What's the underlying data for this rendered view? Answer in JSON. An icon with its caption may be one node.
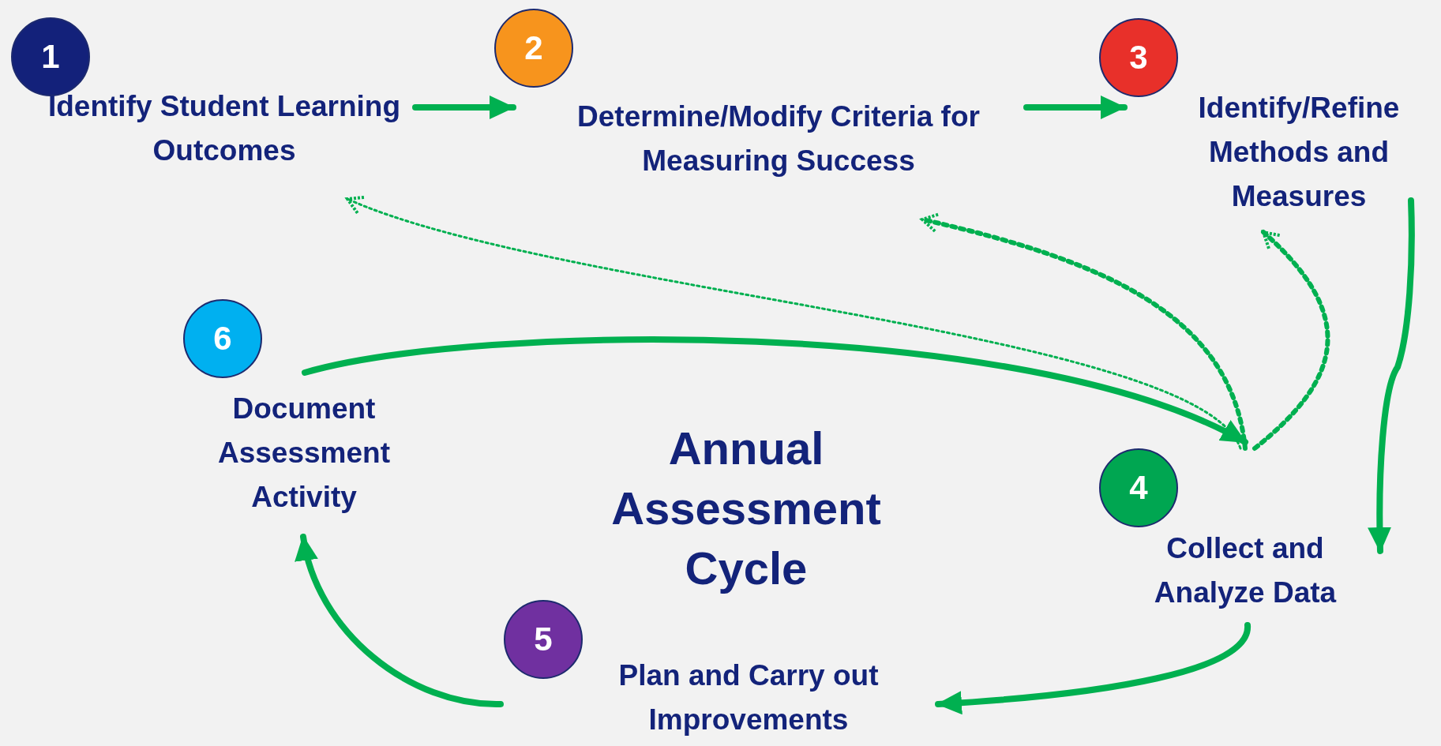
{
  "diagram": {
    "nodes": [
      {
        "text": [
          "1",
          "Identify Student Learning Outcomes"
        ]
      },
      {
        "text": [
          "2",
          "Determine/Modify Criteria for Measuring Success"
        ]
      },
      {
        "text": [
          "3",
          "Identify/Refine Methods and Measures"
        ]
      },
      {
        "text": [
          "4",
          "Collect and Analyze Data"
        ]
      },
      {
        "text": [
          "5",
          "Plan and Carry out Improvements"
        ]
      },
      {
        "text": [
          "6",
          "Document Assessment Activity"
        ]
      }
    ],
    "edges": [
      {
        "from": 0,
        "to": 1,
        "arrow": "to"
      },
      {
        "from": 1,
        "to": 2,
        "arrow": "to"
      },
      {
        "from": 2,
        "to": 3,
        "arrow": "to"
      },
      {
        "from": 3,
        "to": 4,
        "arrow": "to"
      },
      {
        "from": 4,
        "to": 5,
        "arrow": "to"
      },
      {
        "from": 5,
        "to": 3,
        "arrow": "to"
      },
      {
        "from": 3,
        "to": 0,
        "arrow": "to",
        "style": "dashed"
      },
      {
        "from": 3,
        "to": 1,
        "arrow": "to",
        "style": "dashed"
      },
      {
        "from": 3,
        "to": 2,
        "arrow": "to",
        "style": "dashed"
      }
    ],
    "labels": [
      "Annual Assessment Cycle"
    ]
  }
}
